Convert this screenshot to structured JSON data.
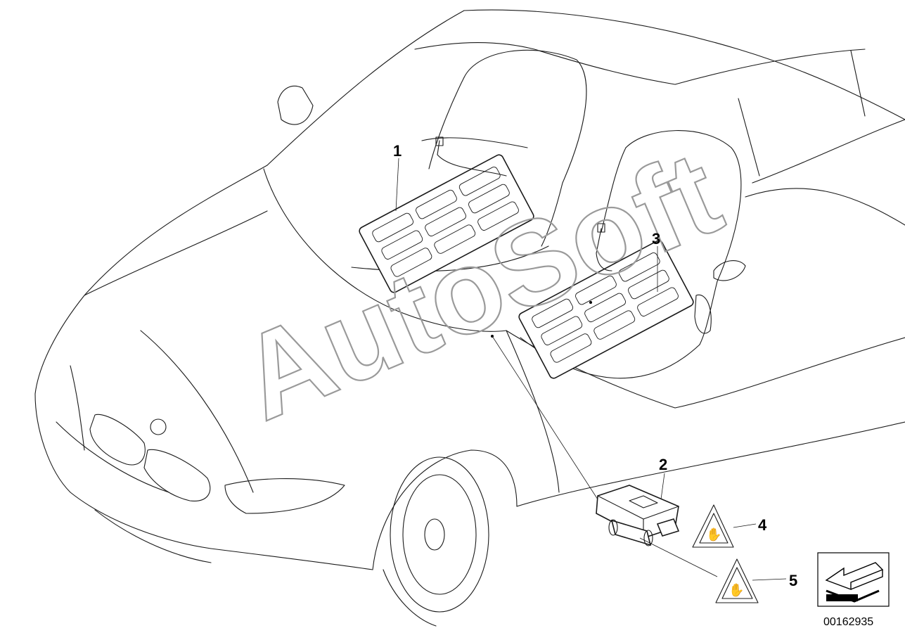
{
  "diagram": {
    "watermark": "AutoSoft",
    "reference_number": "00162935",
    "callouts": [
      {
        "id": "1",
        "label": "1"
      },
      {
        "id": "2",
        "label": "2"
      },
      {
        "id": "3",
        "label": "3"
      },
      {
        "id": "4",
        "label": "4"
      },
      {
        "id": "5",
        "label": "5"
      }
    ]
  }
}
